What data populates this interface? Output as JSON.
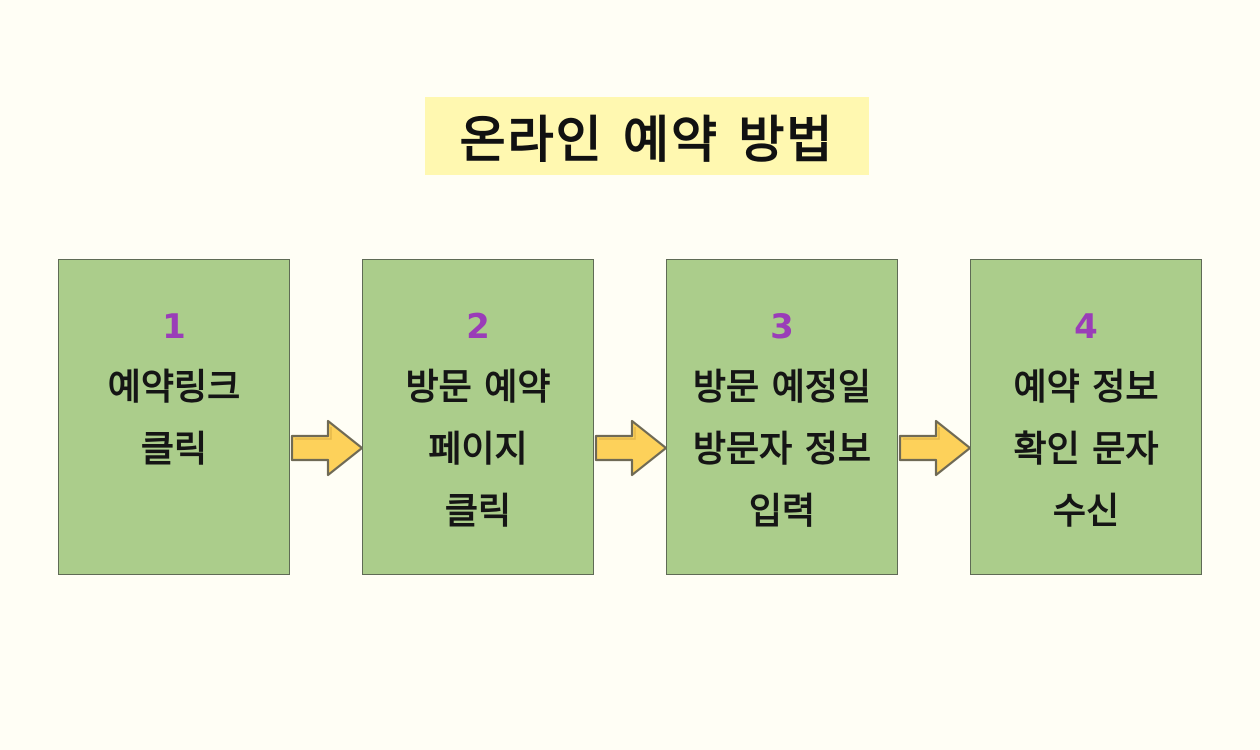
{
  "title": "온라인 예약 방법",
  "colors": {
    "background": "#fffef5",
    "title_highlight": "#fff8b0",
    "box_fill": "#abcd8b",
    "number": "#9a3db8",
    "arrow_fill": "#fdd15a"
  },
  "steps": [
    {
      "number": "1",
      "text": "예약링크\n클릭"
    },
    {
      "number": "2",
      "text": "방문 예약\n페이지\n클릭"
    },
    {
      "number": "3",
      "text": "방문 예정일\n방문자 정보\n입력"
    },
    {
      "number": "4",
      "text": "예약 정보\n확인 문자\n수신"
    }
  ],
  "arrows": [
    {
      "icon": "right-arrow-icon"
    },
    {
      "icon": "right-arrow-icon"
    },
    {
      "icon": "right-arrow-icon"
    }
  ]
}
